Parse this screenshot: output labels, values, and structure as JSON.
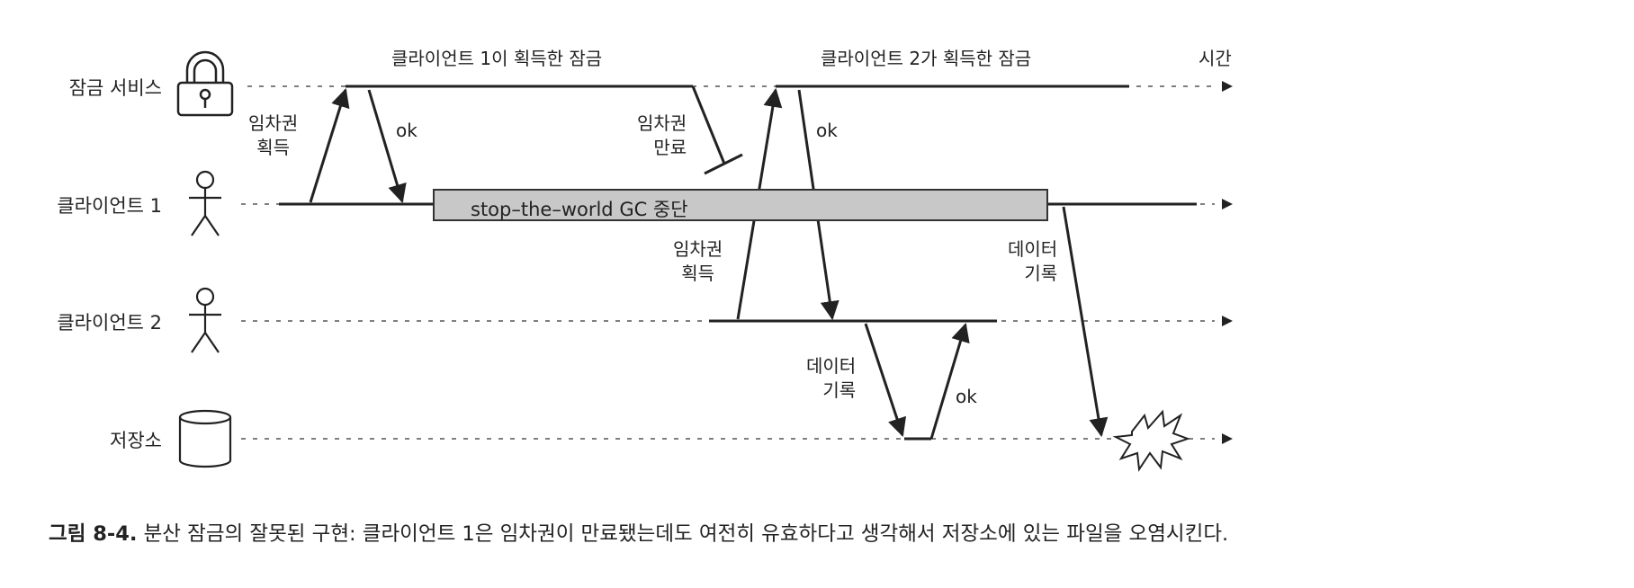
{
  "lanes": [
    {
      "id": "lock",
      "label": "잠금 서비스",
      "icon": "padlock-icon"
    },
    {
      "id": "client1",
      "label": "클라이언트 1",
      "icon": "person-icon"
    },
    {
      "id": "client2",
      "label": "클라이언트 2",
      "icon": "person-icon"
    },
    {
      "id": "storage",
      "label": "저장소",
      "icon": "storage-cylinder-icon"
    }
  ],
  "time_label": "시간",
  "lock_periods": {
    "client1": "클라이언트 1이 획득한 잠금",
    "client2": "클라이언트 2가 획득한 잠금"
  },
  "events": {
    "c1_acquire": [
      "임차권",
      "획득"
    ],
    "c1_ok": "ok",
    "lease_expired": [
      "임차권",
      "만료"
    ],
    "c2_acquire": [
      "임차권",
      "획득"
    ],
    "c2_ok": "ok",
    "c2_write": [
      "데이터",
      "기록"
    ],
    "c2_write_ok": "ok",
    "c1_write": [
      "데이터",
      "기록"
    ]
  },
  "gc_pause": "stop–the–world GC 중단",
  "caption": {
    "number": "그림 8-4.",
    "text": "분산 잠금의 잘못된 구현: 클라이언트 1은 임차권이 만료됐는데도 여전히 유효하다고 생각해서 저장소에 있는 파일을 오염시킨다."
  },
  "colors": {
    "line": "#222222",
    "gc_fill": "#c8c8c8",
    "dashed": "#555555"
  }
}
